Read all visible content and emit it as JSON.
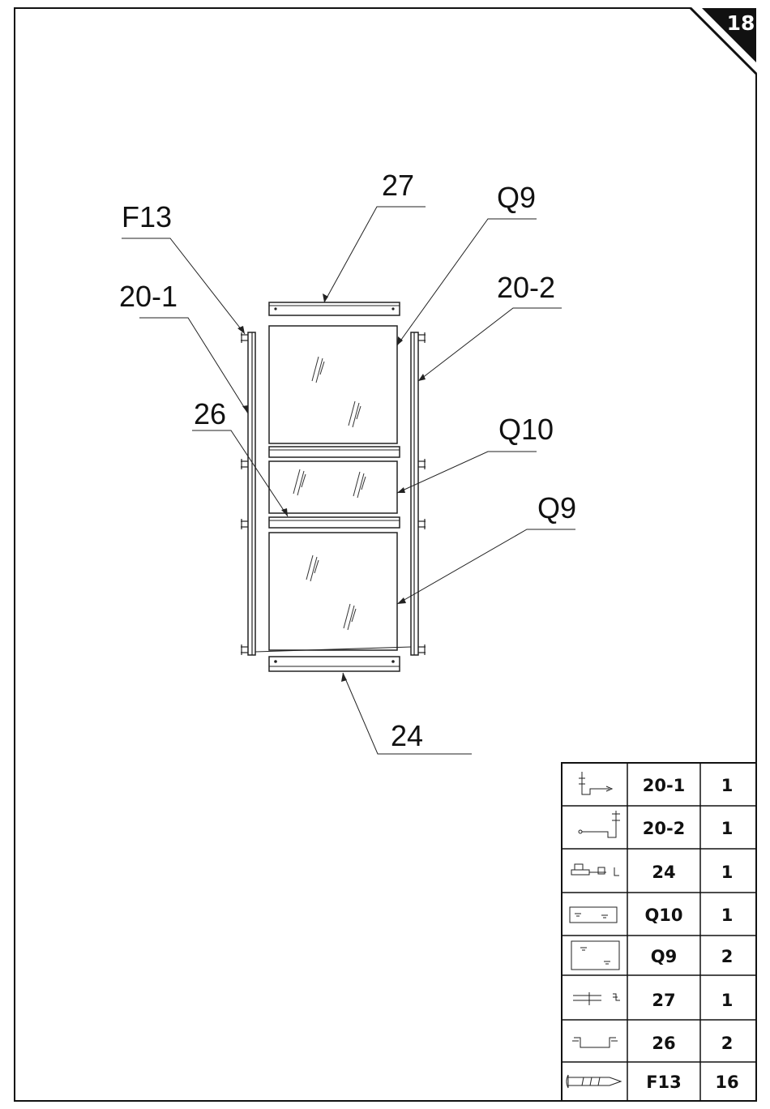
{
  "page_number": "18",
  "callouts": [
    {
      "id": "profile-27",
      "text": "27"
    },
    {
      "id": "glass-q9-top",
      "text": "Q9"
    },
    {
      "id": "screw-f13",
      "text": "F13"
    },
    {
      "id": "profile-20-1",
      "text": "20-1"
    },
    {
      "id": "profile-20-2",
      "text": "20-2"
    },
    {
      "id": "profile-26",
      "text": "26"
    },
    {
      "id": "glass-q10",
      "text": "Q10"
    },
    {
      "id": "glass-q9-bottom",
      "text": "Q9"
    },
    {
      "id": "profile-24",
      "text": "24"
    }
  ],
  "parts_table": {
    "rows": [
      {
        "icon": "side-profile-left-icon",
        "code": "20-1",
        "qty": "1"
      },
      {
        "icon": "side-profile-right-icon",
        "code": "20-2",
        "qty": "1"
      },
      {
        "icon": "bottom-rail-icon",
        "code": "24",
        "qty": "1"
      },
      {
        "icon": "small-glass-panel-icon",
        "code": "Q10",
        "qty": "1"
      },
      {
        "icon": "large-glass-panel-icon",
        "code": "Q9",
        "qty": "2"
      },
      {
        "icon": "top-rail-icon",
        "code": "27",
        "qty": "1"
      },
      {
        "icon": "middle-rail-icon",
        "code": "26",
        "qty": "2"
      },
      {
        "icon": "screw-icon",
        "code": "F13",
        "qty": "16"
      }
    ]
  }
}
